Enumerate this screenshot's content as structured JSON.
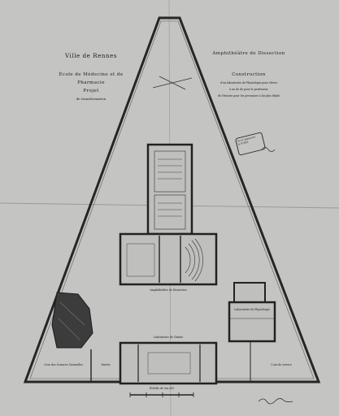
{
  "titles": {
    "city": "Ville de Rennes",
    "school_line1": "École de Médecine et de",
    "school_line2": "Pharmacie",
    "project": "Projet",
    "project_sub": "de transformation",
    "amphitheatre": "Amphithéâtre de Dissection",
    "construction": "Construction",
    "desc1": "d'un laboratoire de Physiologie pour élèves",
    "desc2": "à au 4e 4e pour le professeur",
    "desc3": "de Histoire pour les personnes à lui plus dépôt"
  },
  "plan_labels": {
    "amphi_label": "Amphithéâtre de Dissection",
    "chimie_label": "Laboratoire de Chimie",
    "physio_label": "Laboratoire de Physiologie",
    "cour_left": "Cour des Sciences Naturelles",
    "cour_right": "Cour de service",
    "entree": "Entrée",
    "scale": "Échelle de 0m.005"
  },
  "stamp": {
    "line1": "Vu et approuvé",
    "line2": "le Préfet"
  },
  "colors": {
    "paper": "#c4c4c2",
    "ink": "#1c1c1c",
    "wall": "#2a2a2a",
    "shade": "#4d4d4d"
  }
}
